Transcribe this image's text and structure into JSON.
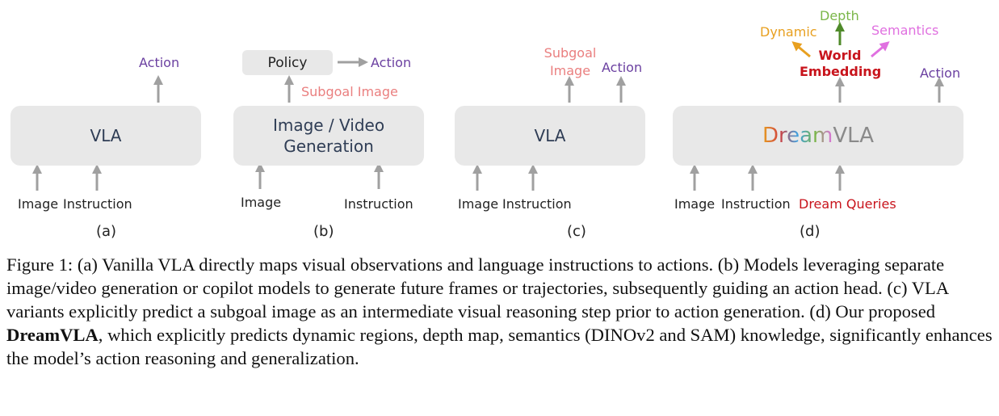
{
  "panel_a": {
    "box": "VLA",
    "output": "Action",
    "inputs": [
      "Image",
      "Instruction"
    ],
    "tag": "(a)"
  },
  "panel_b": {
    "box": "Image / Video Generation",
    "policy": "Policy",
    "output": "Action",
    "intermediate": "Subgoal Image",
    "inputs": [
      "Image",
      "Instruction"
    ],
    "tag": "(b)"
  },
  "panel_c": {
    "box": "VLA",
    "subgoal": "Subgoal Image",
    "output": "Action",
    "inputs": [
      "Image",
      "Instruction"
    ],
    "tag": "(c)"
  },
  "panel_d": {
    "box_prefix": "Dream",
    "box_suffix": "VLA",
    "world_embedding": "World Embedding",
    "dynamic": "Dynamic",
    "depth": "Depth",
    "semantics": "Semantics",
    "output": "Action",
    "inputs": [
      "Image",
      "Instruction",
      "Dream Queries"
    ],
    "tag": "(d)"
  },
  "colors": {
    "action": "#6a3fa0",
    "subgoal": "#ea7f7f",
    "world": "#c8141c",
    "dynamic": "#e8a020",
    "depth": "#7ab648",
    "semantics": "#e070e0",
    "arrow": "#a0a0a0"
  },
  "caption": {
    "lead": "Figure 1: (a) Vanilla VLA directly maps visual observations and language instructions to actions. (b) Models leveraging separate image/video generation or copilot models to generate future frames or trajectories, subsequently guiding an action head. (c) VLA variants explicitly predict a subgoal image as an intermediate visual reasoning step prior to action generation. (d) Our proposed ",
    "bold": "DreamVLA",
    "tail": ", which explicitly predicts dynamic regions, depth map, semantics (DINOv2 and SAM) knowledge, significantly enhances the model’s action reasoning and generalization."
  }
}
